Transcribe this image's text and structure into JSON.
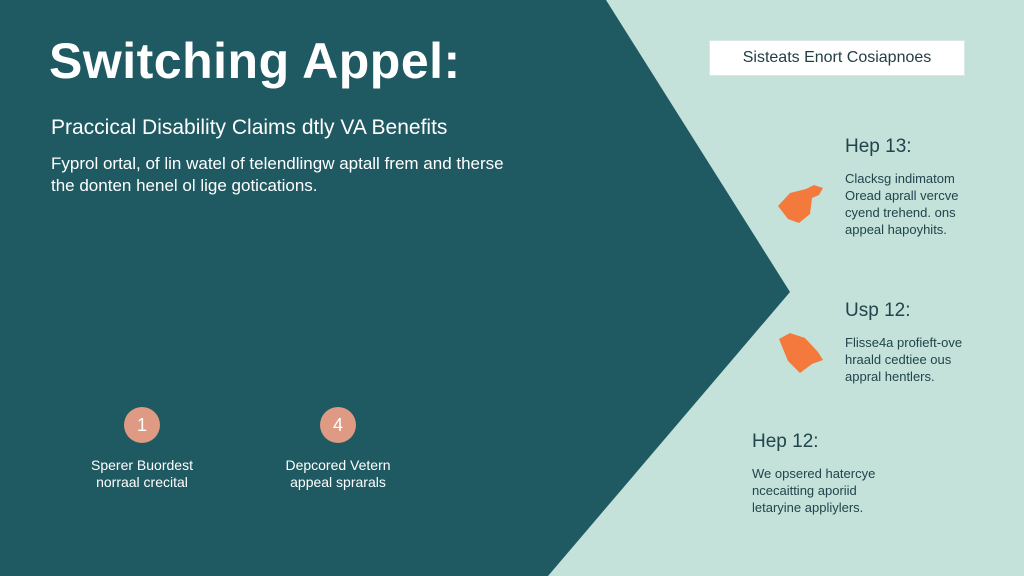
{
  "colors": {
    "left_panel": "#1f5962",
    "right_panel": "#c4e1da",
    "accent_orange": "#f37a3c",
    "number_circle": "#de9a83",
    "text_light": "#ffffff",
    "text_dark": "#21454c"
  },
  "slide": {
    "title": "Switching Appel:",
    "subtitle": "Praccical Disability Claims dtly VA Benefits",
    "description": [
      "Fyprol ortal, of lin watel of telendlingw aptall frem and therse",
      "the donten henel ol lige gotications."
    ]
  },
  "steps": [
    {
      "number": "1",
      "label_lines": [
        "Sperer Buordest",
        "norraal crecital"
      ]
    },
    {
      "number": "4",
      "label_lines": [
        "Depcored Vetern",
        "appeal sprarals"
      ]
    }
  ],
  "sidebar": {
    "header": "Sisteats Enort Cosiapnoes",
    "items": [
      {
        "heading": "Hep 13:",
        "icon": "hand-pointer-icon",
        "lines": [
          "Clacksg indimatom",
          "Oread aprall vercve",
          "cyend trehend. ons",
          "appeal hapoyhits."
        ]
      },
      {
        "heading": "Usp 12:",
        "icon": "hand-pointer-icon",
        "lines": [
          "Flisse4a profieft-ove",
          "hraald cedtiee ous",
          "appral hentlers."
        ]
      },
      {
        "heading": "Hep 12:",
        "lines": [
          "We opsered hatercye",
          "ncecaitting aporiid",
          "letaryine appliylers."
        ]
      }
    ]
  }
}
